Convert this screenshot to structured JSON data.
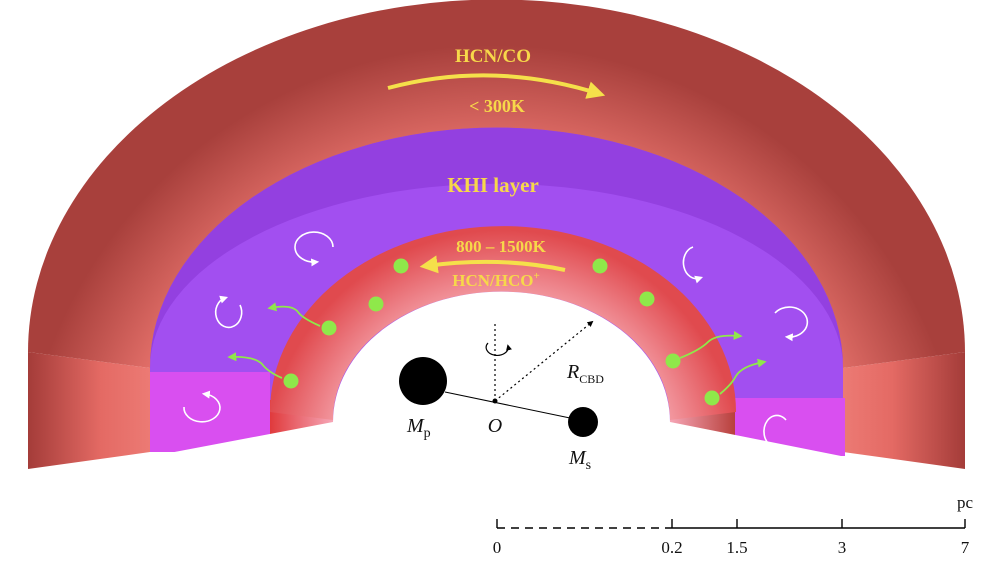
{
  "labels": {
    "outer_species": "HCN/CO",
    "outer_temp": "< 300K",
    "khi_layer": "KHI layer",
    "inner_temp": "800 – 1500K",
    "inner_species_main": "HCN/HCO",
    "inner_species_sup": "+",
    "radius_main": "R",
    "radius_sub": "CBD",
    "primary_main": "M",
    "primary_sub": "p",
    "secondary_main": "M",
    "secondary_sub": "s",
    "center": "O"
  },
  "scale": {
    "unit": "pc",
    "ticks": [
      "0",
      "0.2",
      "1.5",
      "3",
      "7"
    ]
  },
  "colors": {
    "outer_torus": "#c0504d",
    "khi_layer": "#a55cf0",
    "inner_torus": "#e25a5a",
    "side_blocks": "#d94ff0",
    "gas_dots": "#8fe84a",
    "label_gold": "#f7d84a",
    "arrow_yellow": "#f5e04a",
    "black_holes": "#000000"
  }
}
